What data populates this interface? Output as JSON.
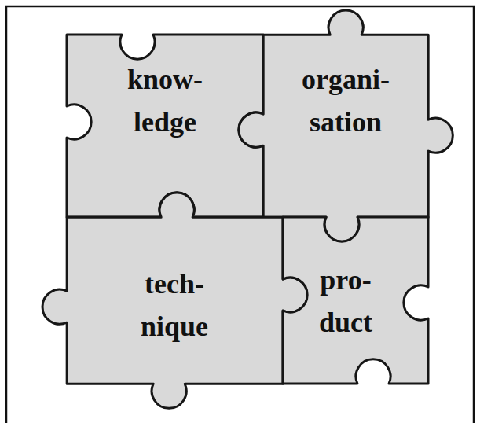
{
  "diagram": {
    "nodes": [
      {
        "text": [
          "know- ledge"
        ]
      },
      {
        "text": [
          "organi- sation"
        ]
      },
      {
        "text": [
          "tech- nique"
        ]
      },
      {
        "text": [
          "pro- duct"
        ]
      }
    ]
  }
}
